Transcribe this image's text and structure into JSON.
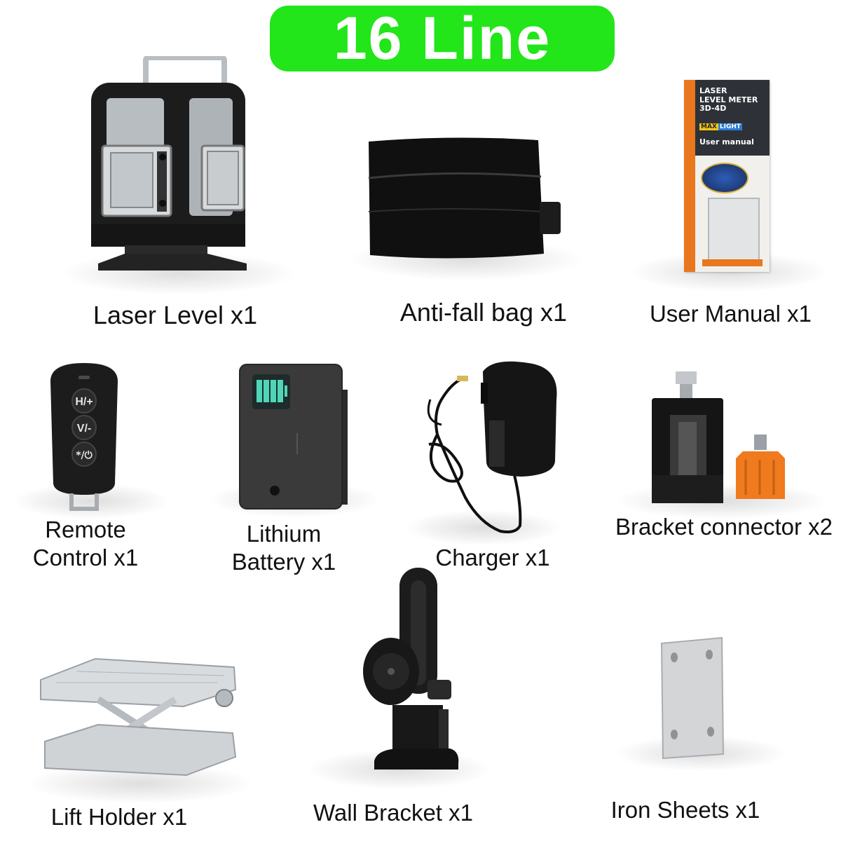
{
  "header": {
    "title": "16 Line"
  },
  "items": [
    {
      "label": "Laser Level x1"
    },
    {
      "label": "Anti-fall bag x1"
    },
    {
      "label": "User Manual x1"
    },
    {
      "label_line1": "Remote",
      "label_line2": "Control x1"
    },
    {
      "label_line1": "Lithium",
      "label_line2": "Battery x1"
    },
    {
      "label": "Charger x1"
    },
    {
      "label": "Bracket connector x2"
    },
    {
      "label": "Lift Holder x1"
    },
    {
      "label": "Wall Bracket x1"
    },
    {
      "label": "Iron Sheets x1"
    }
  ],
  "manual_cover": {
    "line1": "LASER",
    "line2": "LEVEL METER",
    "line3": "3D-4D",
    "brand_a": "MAX",
    "brand_b": "LIGHT",
    "subtitle": "User manual"
  },
  "remote_buttons": [
    "H/+",
    "V/-",
    "*/⏻"
  ],
  "colors": {
    "banner_green": "#22e51a",
    "product_black": "#1a1a1a",
    "silver": "#c9cdd1",
    "orange": "#f07a1e",
    "manual_orange": "#e8771d",
    "battery_led": "#4fd6b8"
  }
}
